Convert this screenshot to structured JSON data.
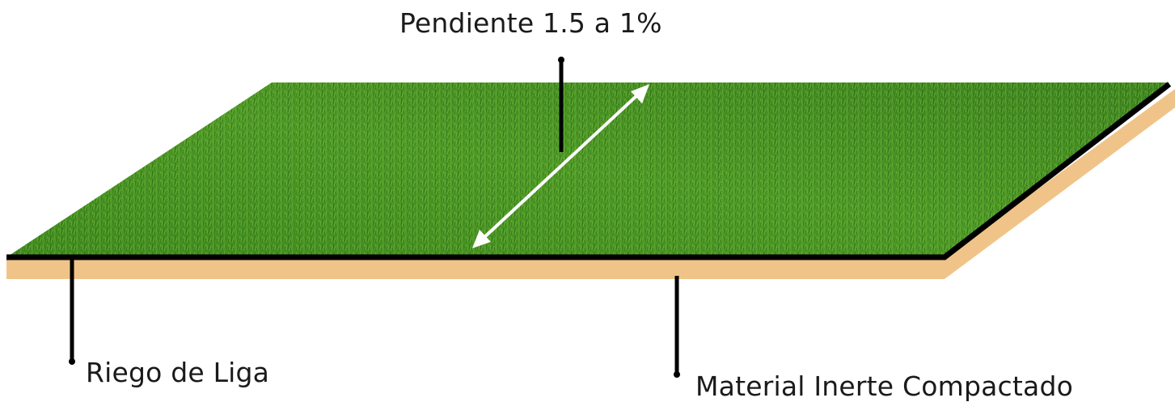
{
  "labels": {
    "slope": "Pendiente 1.5 a 1%",
    "tack_coat": "Riego de Liga",
    "base": "Material Inerte Compactado"
  },
  "colors": {
    "grass_dark": "#2f6a17",
    "grass_mid": "#4f9a28",
    "grass_light": "#7cc23f",
    "base_layer": "#f0c489",
    "tack_coat": "#000000",
    "slope_arrow": "#ffffff",
    "leader_lines": "#000000"
  }
}
